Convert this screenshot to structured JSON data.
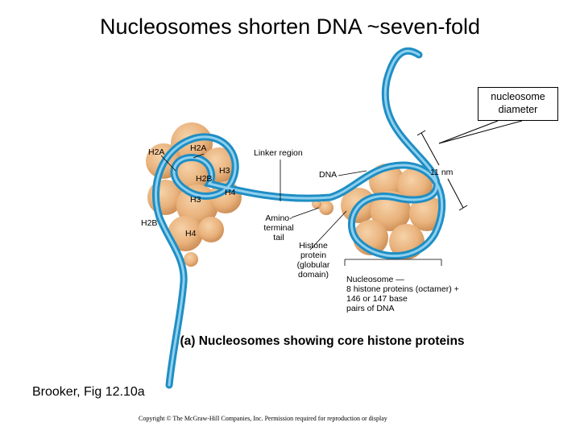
{
  "title": "Nucleosomes shorten DNA ~seven-fold",
  "callout": {
    "line1": "nucleosome",
    "line2": "diameter"
  },
  "labels": {
    "h2a_left": "H2A",
    "h2a_right": "H2A",
    "h2b_upper": "H2B",
    "h3_upper": "H3",
    "h3_lower": "H3",
    "h4_right": "H4",
    "h2b_lower": "H2B",
    "h4_lower": "H4",
    "linker": "Linker region",
    "dna": "DNA",
    "eleven_nm": "11 nm",
    "amino_tail": [
      "Amino-",
      "terminal",
      "tail"
    ],
    "histone_protein": [
      "Histone",
      "protein",
      "(globular",
      "domain)"
    ],
    "nucleosome_desc": [
      "Nucleosome —",
      "8 histone proteins (octamer) +",
      "146 or 147 base",
      "pairs of DNA"
    ]
  },
  "caption": "(a)  Nucleosomes showing core histone proteins",
  "source": "Brooker, Fig 12.10a",
  "copyright": "Copyright © The McGraw-Hill Companies, Inc. Permission required for reproduction or display",
  "colors": {
    "histone": "#e9b27c",
    "histone_dark": "#c98a52",
    "dna": "#1f8ec4",
    "dna_light": "#8fd0ee"
  }
}
